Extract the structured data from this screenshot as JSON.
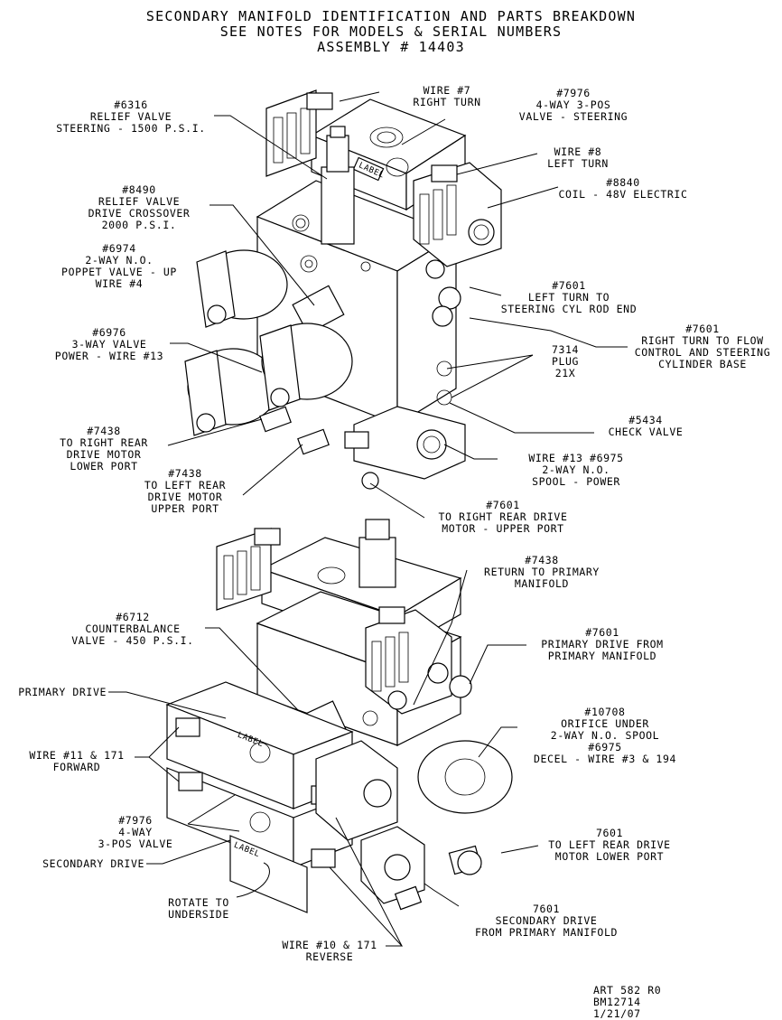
{
  "title": {
    "line1": "SECONDARY MANIFOLD IDENTIFICATION AND PARTS BREAKDOWN",
    "line2": "SEE NOTES FOR MODELS & SERIAL NUMBERS",
    "line3": "ASSEMBLY # 14403"
  },
  "callouts": {
    "wire7": [
      "WIRE #7",
      "RIGHT TURN"
    ],
    "v7976_top": [
      "#7976",
      "4-WAY 3-POS",
      "VALVE - STEERING"
    ],
    "relief6316": [
      "#6316",
      "RELIEF VALVE",
      "STEERING - 1500 P.S.I."
    ],
    "wire8": [
      "WIRE #8",
      "LEFT TURN"
    ],
    "coil8840": [
      "#8840",
      "COIL - 48V ELECTRIC"
    ],
    "relief8490": [
      "#8490",
      "RELIEF VALVE",
      "DRIVE CROSSOVER",
      "2000 P.S.I."
    ],
    "poppet6974": [
      "#6974",
      "2-WAY N.O.",
      "POPPET VALVE - UP",
      "WIRE #4"
    ],
    "left7601": [
      "#7601",
      "LEFT TURN TO",
      "STEERING CYL ROD END"
    ],
    "right7601": [
      "#7601",
      "RIGHT TURN TO FLOW",
      "CONTROL AND STEERING",
      "CYLINDER BASE"
    ],
    "v6976": [
      "#6976",
      "3-WAY VALVE",
      "POWER - WIRE #13"
    ],
    "plug7314": [
      "7314",
      "PLUG",
      "21X"
    ],
    "check5434": [
      "#5434",
      "CHECK VALVE"
    ],
    "rr7438": [
      "#7438",
      "TO RIGHT REAR",
      "DRIVE MOTOR",
      "LOWER PORT"
    ],
    "spool6975": [
      "WIRE #13  #6975",
      "2-WAY N.O.",
      "SPOOL - POWER"
    ],
    "lr7438": [
      "#7438",
      "TO LEFT REAR",
      "DRIVE MOTOR",
      "UPPER PORT"
    ],
    "rrd7601": [
      "#7601",
      "TO RIGHT REAR DRIVE",
      "MOTOR - UPPER PORT"
    ],
    "ret7438": [
      "#7438",
      "RETURN TO PRIMARY",
      "MANIFOLD"
    ],
    "cb6712": [
      "#6712",
      "COUNTERBALANCE",
      "VALVE - 450 P.S.I."
    ],
    "pd7601": [
      "#7601",
      "PRIMARY DRIVE FROM",
      "PRIMARY MANIFOLD"
    ],
    "primary_drive": "PRIMARY DRIVE",
    "orifice10708": [
      "#10708",
      "ORIFICE UNDER",
      "2-WAY N.O. SPOOL",
      "#6975",
      "DECEL - WIRE #3 & 194"
    ],
    "wire11": [
      "WIRE #11 & 171",
      "FORWARD"
    ],
    "v7976_bot": [
      "#7976",
      "4-WAY",
      "3-POS VALVE"
    ],
    "lrl7601": [
      "7601",
      "TO LEFT REAR DRIVE",
      "MOTOR LOWER PORT"
    ],
    "secondary_drive": "SECONDARY DRIVE",
    "rotate": [
      "ROTATE TO",
      "UNDERSIDE"
    ],
    "sdp7601": [
      "7601",
      "SECONDARY DRIVE",
      "FROM PRIMARY MANIFOLD"
    ],
    "wire10": [
      "WIRE #10 & 171",
      "REVERSE"
    ]
  },
  "part_labels": {
    "label_text": "LABEL"
  },
  "footer": [
    "ART 582 R0",
    "BM12714",
    "1/21/07"
  ]
}
